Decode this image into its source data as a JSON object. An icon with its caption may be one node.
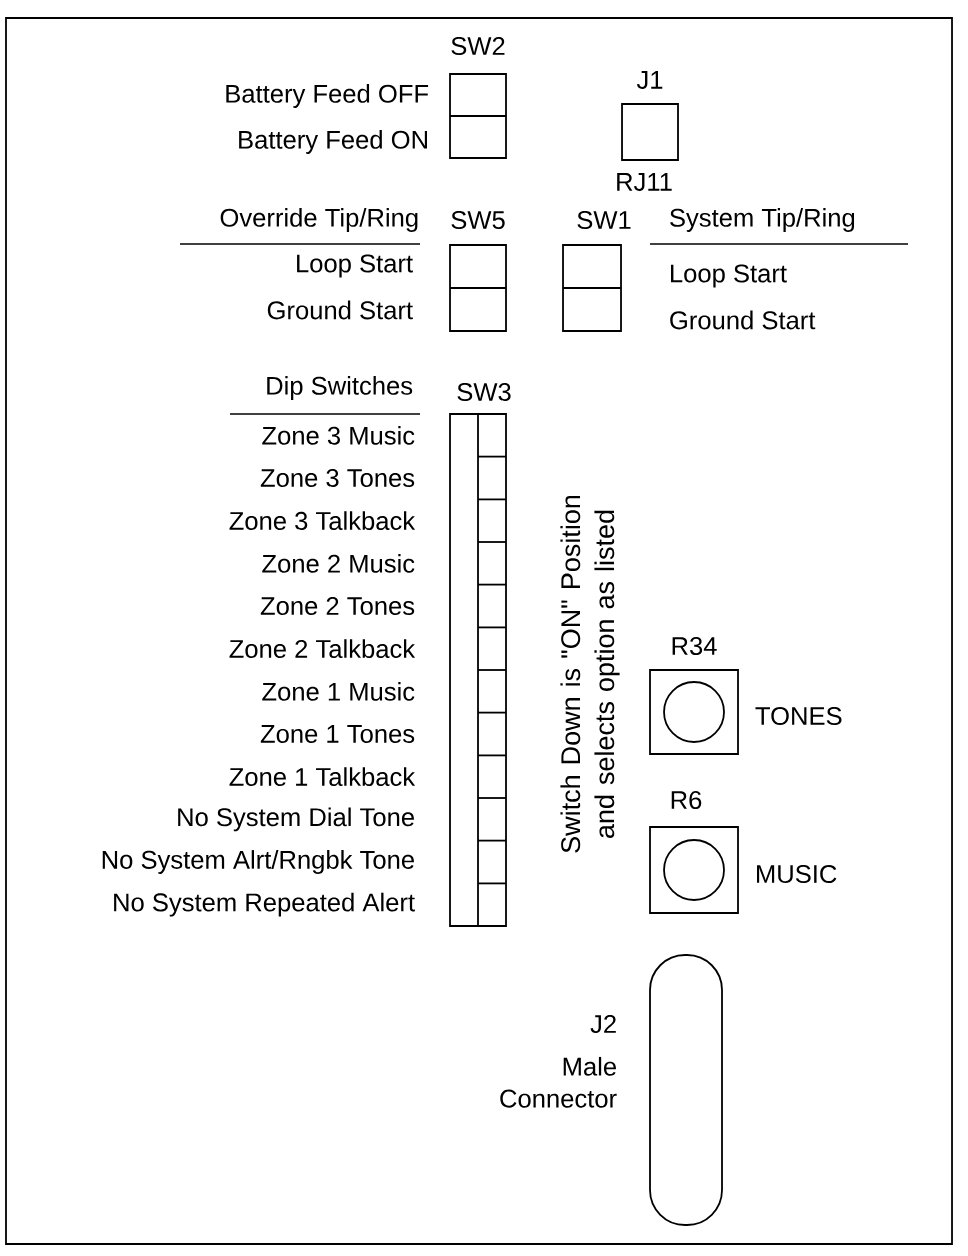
{
  "diagram": {
    "nodes": [
      {
        "text": [],
        "shape": "box"
      },
      {
        "text": [],
        "shape": "box",
        "in": 0,
        "beside": [
          "SW2",
          "Battery Feed OFF",
          "Battery Feed ON"
        ]
      },
      {
        "text": [],
        "shape": "box",
        "in": 0,
        "beside": [
          "J1",
          "RJ11"
        ]
      },
      {
        "text": [],
        "shape": "box",
        "in": 0,
        "beside": [
          "SW5",
          "Override Tip/Ring",
          "Loop Start",
          "Ground Start"
        ]
      },
      {
        "text": [],
        "shape": "box",
        "in": 0,
        "beside": [
          "SW1",
          "System Tip/Ring",
          "Loop Start",
          "Ground Start"
        ]
      },
      {
        "text": [],
        "shape": "box",
        "in": 0,
        "beside": [
          "SW3",
          "Dip Switches",
          "Zone 3 Music",
          "Zone 3 Tones",
          "Zone 3 Talkback",
          "Zone 2 Music",
          "Zone 2 Tones",
          "Zone 2 Talkback",
          "Zone 1 Music",
          "Zone 1 Tones",
          "Zone 1 Talkback",
          "No System Dial Tone",
          "No System Alrt/Rngbk Tone",
          "No System Repeated Alert"
        ]
      },
      {
        "text": [],
        "shape": "box",
        "in": 0,
        "beside": [
          "R34",
          "TONES"
        ]
      },
      {
        "text": [],
        "shape": "box",
        "in": 0,
        "beside": [
          "R6",
          "MUSIC"
        ]
      },
      {
        "text": [],
        "shape": "capsule",
        "in": 0,
        "beside": [
          "J2",
          "Male Connector"
        ]
      }
    ],
    "labels": [
      "Switch Down is \"ON\" Position and selects option as listed"
    ]
  }
}
